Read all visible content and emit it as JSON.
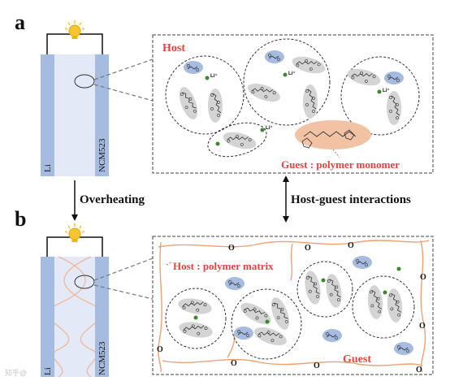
{
  "panels": {
    "a": {
      "label": "a",
      "electrode_left": "Li",
      "electrode_right": "NCM523",
      "host_label": "Host",
      "guest_label": "Guest : polymer monomer"
    },
    "b": {
      "label": "b",
      "electrode_left": "Li",
      "electrode_right": "NCM523",
      "host_label": "Host : polymer matrix",
      "guest_label": "Guest"
    }
  },
  "arrows": {
    "left": "Overheating",
    "right": "Host-guest interactions"
  },
  "labels": {
    "li_ion": "Li⁺",
    "oxygen": "O"
  },
  "watermark": "知乎@",
  "colors": {
    "electrode": "#a6bbe0",
    "electrolyte": "#e3e9f6",
    "host_text": "#e8413f",
    "guest_blob": "#f2c2a4",
    "solvent_blob": "#d4d4d4",
    "anion_blob": "#a6bbe0",
    "polymer_chain": "#f0a070",
    "li_ion": "#3a8a2a"
  },
  "icons": [
    "lightbulb-icon",
    "lightbulb-icon"
  ]
}
